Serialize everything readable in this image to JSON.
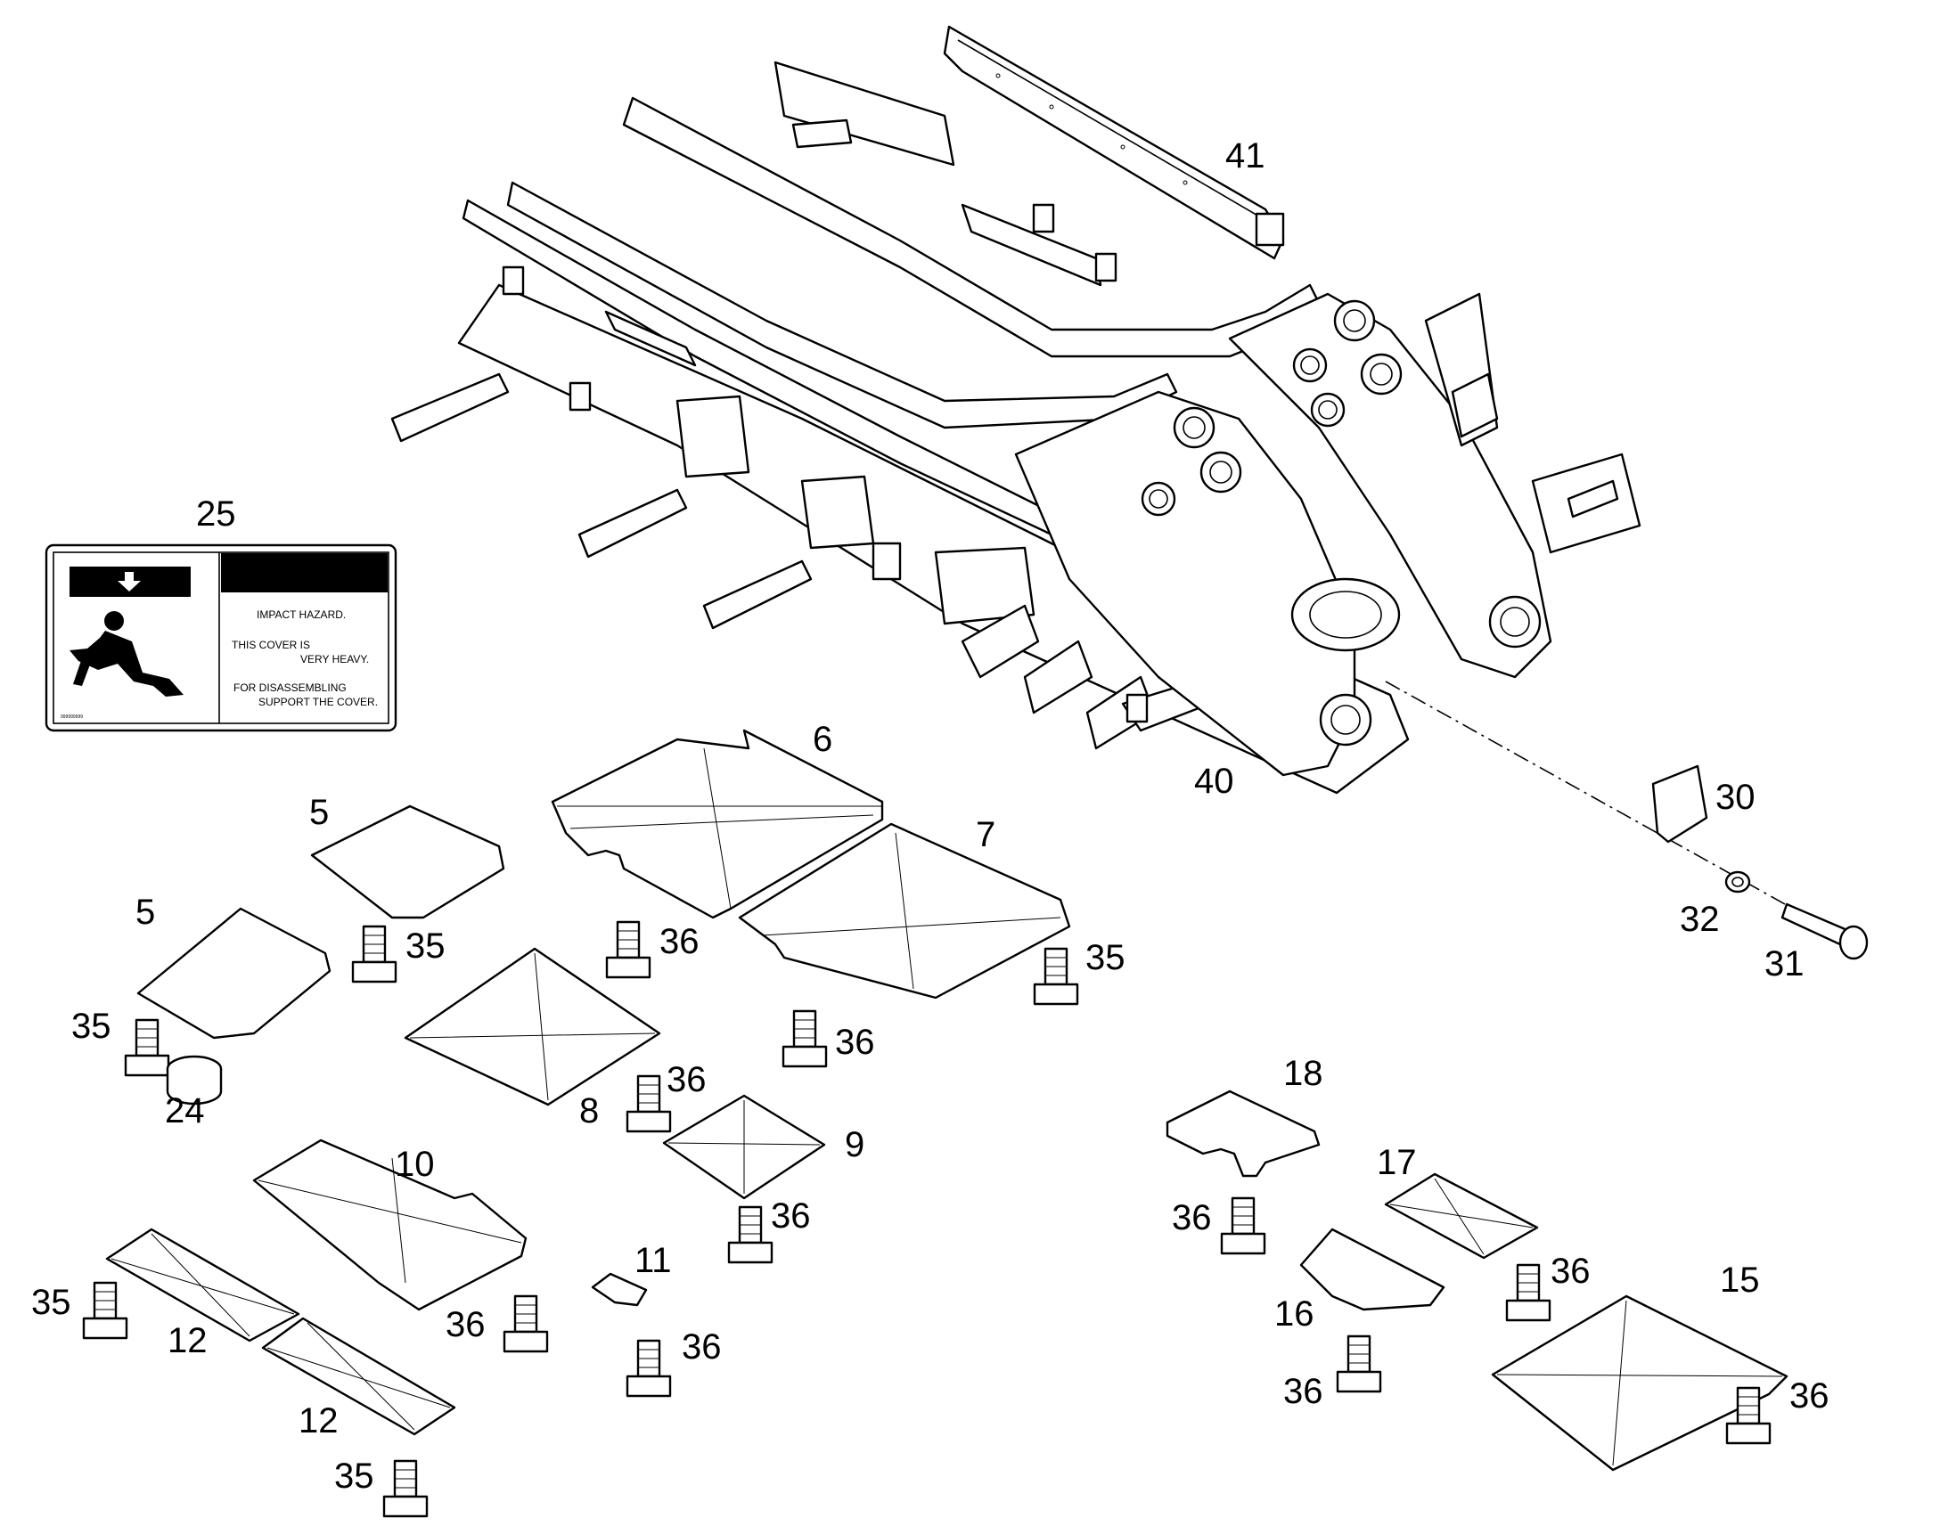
{
  "diagram": {
    "callouts": [
      "41",
      "25",
      "6",
      "5",
      "7",
      "5",
      "40",
      "30",
      "32",
      "31",
      "35",
      "36",
      "35",
      "35",
      "36",
      "24",
      "36",
      "8",
      "9",
      "18",
      "10",
      "36",
      "17",
      "11",
      "35",
      "36",
      "36",
      "12",
      "16",
      "15",
      "36",
      "12",
      "36",
      "36",
      "35"
    ],
    "warning_label": {
      "lines": [
        "IMPACT HAZARD.",
        "THIS COVER IS",
        "VERY HEAVY.",
        "FOR DISASSEMBLING",
        "SUPPORT THE COVER."
      ],
      "code": "999999999"
    }
  }
}
